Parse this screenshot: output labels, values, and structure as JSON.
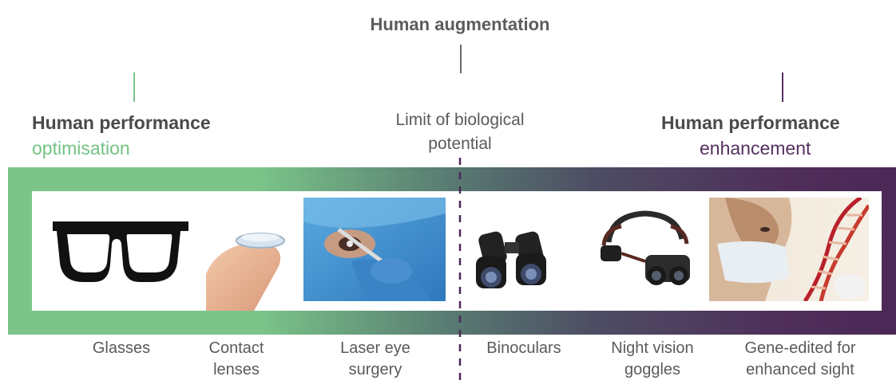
{
  "title": "Human augmentation",
  "left_heading": {
    "line1": "Human performance",
    "line2": "optimisation"
  },
  "right_heading": {
    "line1": "Human performance",
    "line2": "enhancement"
  },
  "limit_label": {
    "line1": "Limit of biological",
    "line2": "potential"
  },
  "colors": {
    "green": "#73c383",
    "purple": "#55305f",
    "text": "#5a5a5a"
  },
  "items": [
    {
      "line1": "Glasses",
      "line2": "",
      "icon": "glasses-icon"
    },
    {
      "line1": "Contact",
      "line2": "lenses",
      "icon": "contact-lens-icon"
    },
    {
      "line1": "Laser eye",
      "line2": "surgery",
      "icon": "laser-eye-surgery-image"
    },
    {
      "line1": "Binoculars",
      "line2": "",
      "icon": "binoculars-icon"
    },
    {
      "line1": "Night vision",
      "line2": "goggles",
      "icon": "night-vision-goggles-icon"
    },
    {
      "line1": "Gene-edited for",
      "line2": "enhanced sight",
      "icon": "gene-editing-image"
    }
  ]
}
